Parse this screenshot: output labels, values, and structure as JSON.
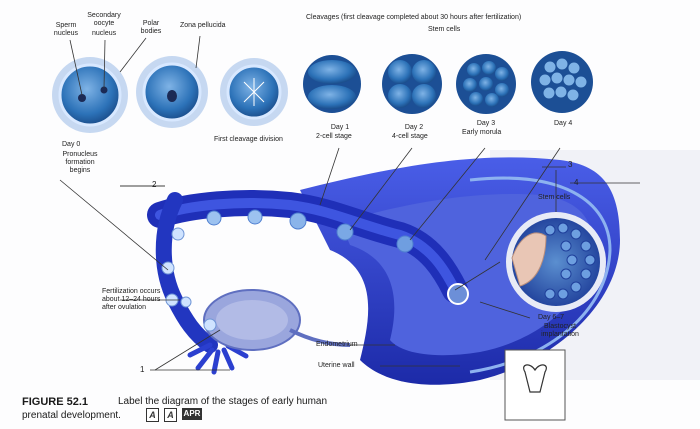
{
  "figure": {
    "number": "FIGURE 52.1",
    "caption_line1": "Label the diagram of the stages of early human",
    "caption_line2": "prenatal development.",
    "badges": [
      "A",
      "A",
      "APR"
    ]
  },
  "labels": {
    "secondary_oocyte": "Secondary oocyte",
    "sperm_nucleus": "Sperm nucleus",
    "oocyte_nucleus": "nucleus",
    "polar_bodies": "Polar bodies",
    "zona_pellucida": "Zona pellucida",
    "cleavages": "Cleavages (first cleavage completed about 30 hours after fertilization)",
    "stem_cells_top": "Stem cells",
    "day1": "Day 1",
    "day1_sub": "2-cell stage",
    "first_cleavage": "First cleavage division",
    "day2": "Day 2",
    "day2_sub": "4-cell stage",
    "day3": "Day 3",
    "day3_sub": "Early morula",
    "day4": "Day 4",
    "day0": "Day 0",
    "pronucleus": "Pronucleus formation begins",
    "fertilization": "Fertilization occurs about 12–24 hours after ovulation",
    "stem_cells_right": "Stem cells",
    "day67": "Day 6–7",
    "blastocyst": "Blastocyst implantation",
    "endometrium": "Endometrium",
    "uterine_wall": "Uterine wall"
  },
  "blanks": [
    "1",
    "2",
    "3",
    "4"
  ],
  "colors": {
    "tube_blue": "#2b3fcf",
    "cell_blue": "#3d86c6",
    "ovary_purple": "#8f9fd8",
    "background_text": "#b9bfd6"
  }
}
